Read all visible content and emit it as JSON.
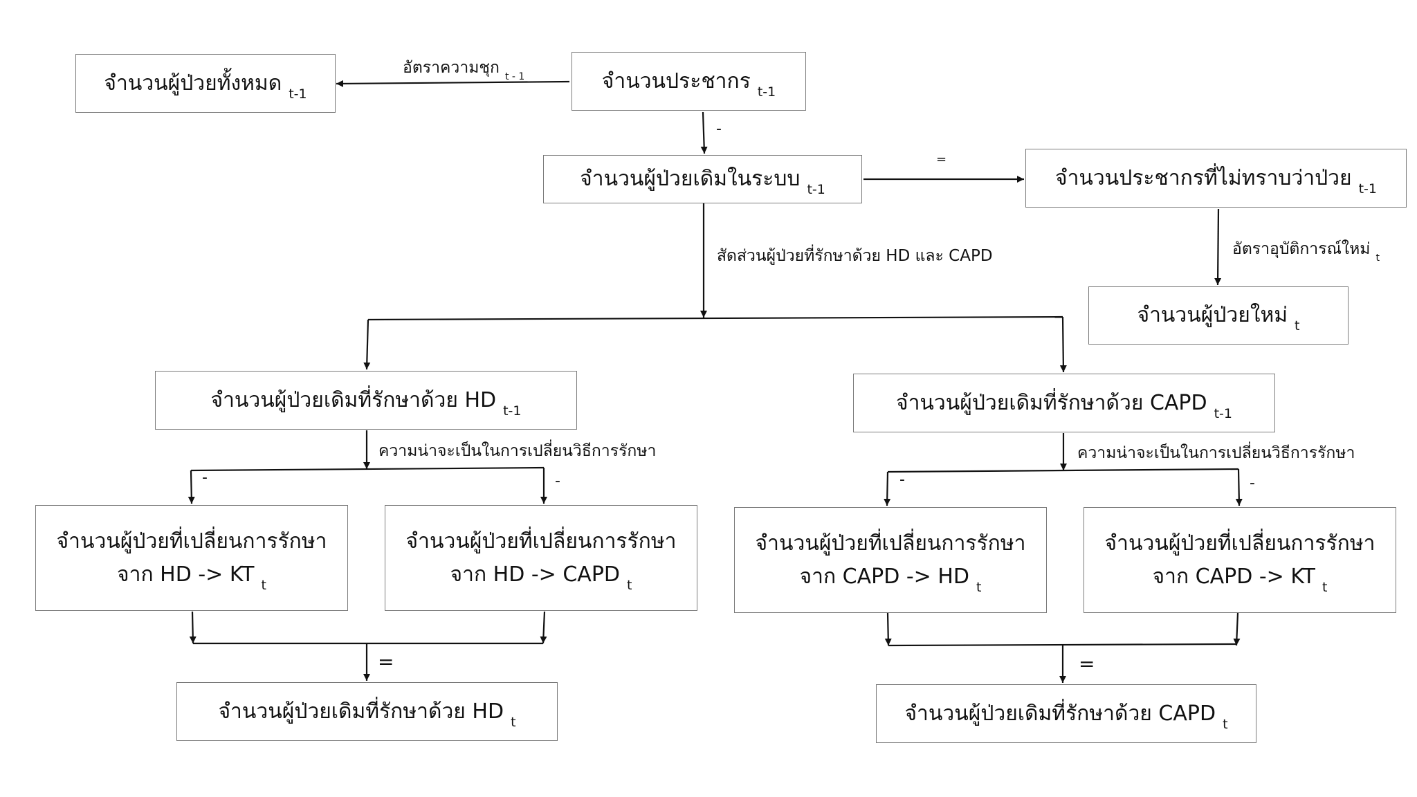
{
  "boxes": {
    "population": {
      "text": "จำนวนประชากร",
      "sub": "t-1"
    },
    "total_patients": {
      "text": "จำนวนผู้ป่วยทั้งหมด",
      "sub": "t-1"
    },
    "existing_patients": {
      "text": "จำนวนผู้ป่วยเดิมในระบบ",
      "sub": "t-1"
    },
    "unknown_population": {
      "text": "จำนวนประชากรที่ไม่ทราบว่าป่วย",
      "sub": "t-1"
    },
    "new_patients": {
      "text": "จำนวนผู้ป่วยใหม่",
      "sub": "t"
    },
    "hd_existing": {
      "text": "จำนวนผู้ป่วยเดิมที่รักษาด้วย HD",
      "sub": "t-1"
    },
    "capd_existing": {
      "text": "จำนวนผู้ป่วยเดิมที่รักษาด้วย CAPD",
      "sub": "t-1"
    },
    "hd_to_kt": {
      "line1": "จำนวนผู้ป่วยที่เปลี่ยนการรักษา",
      "line2": "จาก HD -> KT",
      "sub": "t"
    },
    "hd_to_capd": {
      "line1": "จำนวนผู้ป่วยที่เปลี่ยนการรักษา",
      "line2": "จาก HD -> CAPD",
      "sub": "t"
    },
    "capd_to_hd": {
      "line1": "จำนวนผู้ป่วยที่เปลี่ยนการรักษา",
      "line2": "จาก CAPD -> HD",
      "sub": "t"
    },
    "capd_to_kt": {
      "line1": "จำนวนผู้ป่วยที่เปลี่ยนการรักษา",
      "line2": "จาก CAPD -> KT",
      "sub": "t"
    },
    "hd_result": {
      "text": "จำนวนผู้ป่วยเดิมที่รักษาด้วย HD",
      "sub": "t"
    },
    "capd_result": {
      "text": "จำนวนผู้ป่วยเดิมที่รักษาด้วย CAPD",
      "sub": "t"
    }
  },
  "edge_labels": {
    "prevalence": {
      "text": "อัตราความชุก",
      "sub": "t - 1"
    },
    "incidence": {
      "text": "อัตราอุบัติการณ์ใหม่",
      "sub": "t"
    },
    "treatment_share": "สัดส่วนผู้ป่วยที่รักษาด้วย HD และ CAPD",
    "switch_prob_hd": "ความน่าจะเป็นในการเปลี่ยนวิธีการรักษา",
    "switch_prob_capd": "ความน่าจะเป็นในการเปลี่ยนวิธีการรักษา"
  },
  "operators": {
    "minus_population": "-",
    "equals_unknown": "=",
    "minus_hd_kt": "-",
    "minus_hd_capd": "-",
    "equals_hd": "=",
    "minus_capd_hd": "-",
    "minus_capd_kt": "-",
    "equals_capd": "="
  },
  "colors": {
    "line": "#111111",
    "box_border": "#7a7a7a"
  }
}
